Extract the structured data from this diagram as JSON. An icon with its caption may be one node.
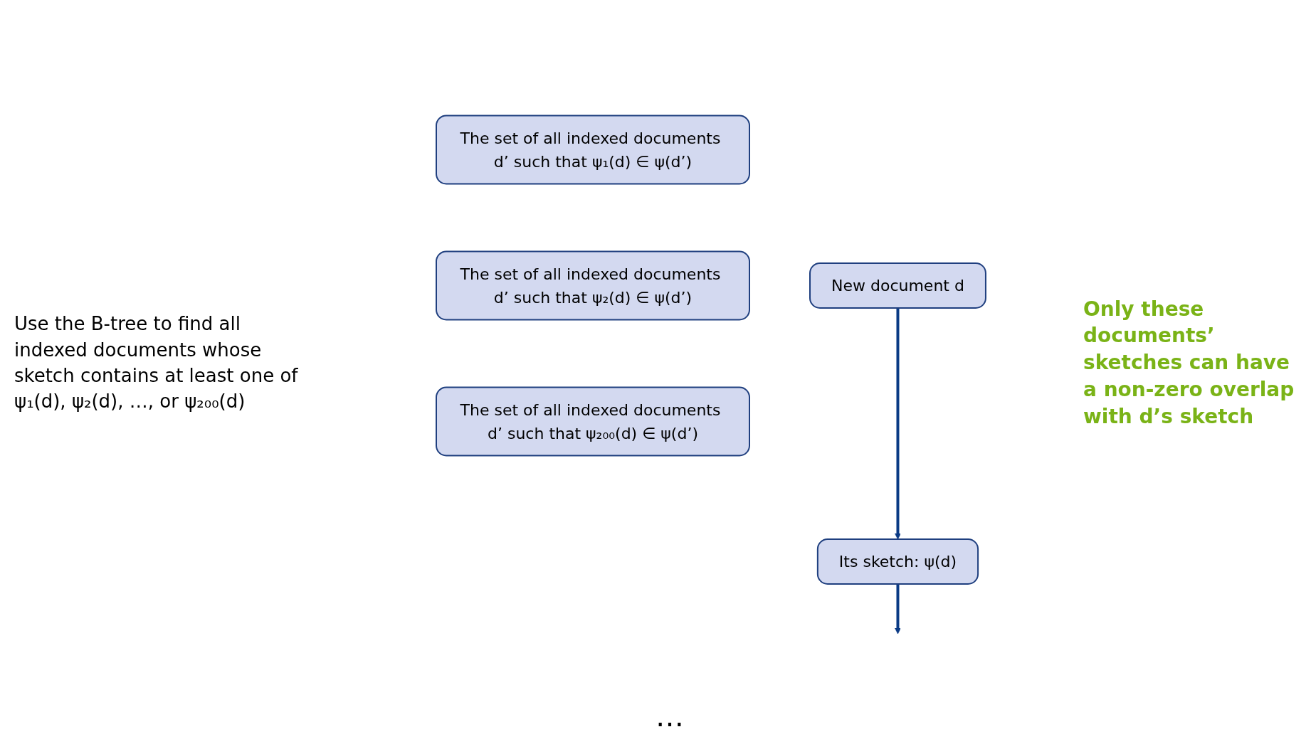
{
  "diagram": {
    "nodes": [
      {
        "text": [
          "New document d"
        ]
      },
      {
        "text": [
          "Its sketch: ψ(d)"
        ]
      },
      {
        "text": [
          "The set of all indexed documents d’ such that ψ₁(d) ∈ ψ(d’)"
        ]
      },
      {
        "text": [
          "The set of all indexed documents d’ such that ψ₂(d) ∈ ψ(d’)"
        ]
      },
      {
        "text": [
          "The set of all indexed documents d’ such that ψ₂₀₀(d) ∈ ψ(d’)"
        ]
      }
    ],
    "edges": [
      {
        "from": 0,
        "to": 1,
        "arrow": "to"
      },
      {
        "from": 1,
        "to": null,
        "arrow": "to"
      }
    ],
    "labels": [
      "…",
      "Use the B-tree to find all indexed documents whose sketch contains at least one of ψ₁(d), ψ₂(d), …, or ψ₂₀₀(d)",
      "Only these documents’ sketches can have a non-zero overlap with d’s sketch"
    ]
  }
}
